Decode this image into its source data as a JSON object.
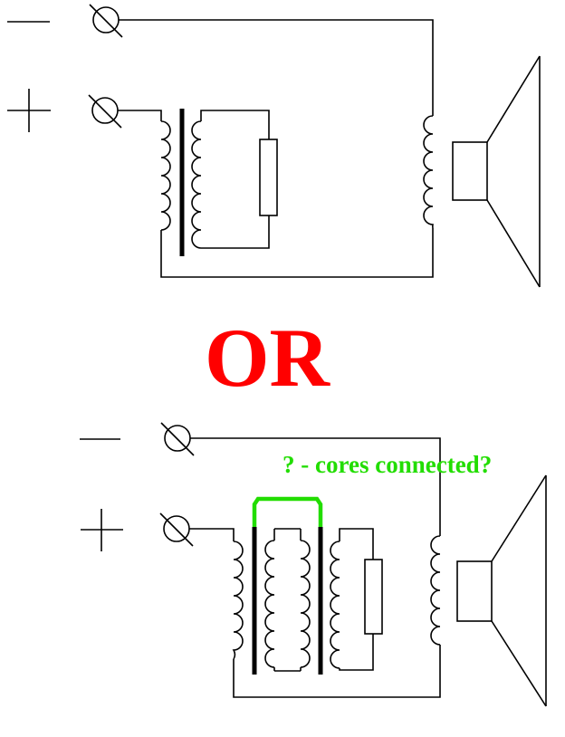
{
  "separator": {
    "text": "OR"
  },
  "annotation": {
    "text": "? - cores connected?"
  },
  "colors": {
    "ink": "#000000",
    "separator": "#ff0000",
    "annotation": "#22dd00",
    "background": "#ffffff"
  },
  "diagrams": [
    {
      "name": "single-core-circuit",
      "terminals": [
        "minus",
        "plus"
      ],
      "components": [
        "transformer-with-one-core",
        "resistor",
        "speaker"
      ]
    },
    {
      "name": "dual-core-circuit",
      "terminals": [
        "minus",
        "plus"
      ],
      "components": [
        "transformer-core-left",
        "transformer-core-right",
        "center-winding",
        "resistor",
        "speaker"
      ]
    }
  ]
}
